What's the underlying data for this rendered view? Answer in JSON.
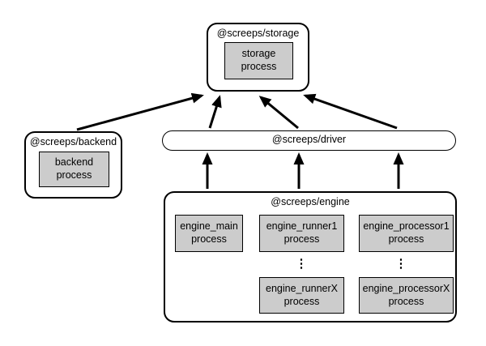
{
  "packages": {
    "storage": {
      "title": "@screeps/storage",
      "process": "storage\nprocess"
    },
    "backend": {
      "title": "@screeps/backend",
      "process": "backend\nprocess"
    },
    "driver": {
      "title": "@screeps/driver"
    },
    "engine": {
      "title": "@screeps/engine",
      "processes": {
        "main": "engine_main\nprocess",
        "runner1": "engine_runner1\nprocess",
        "processor1": "engine_processor1\nprocess",
        "runnerX": "engine_runnerX\nprocess",
        "processorX": "engine_processorX\nprocess"
      },
      "ellipsis": "⋮"
    }
  },
  "edges": [
    {
      "from": "@screeps/backend",
      "to": "@screeps/storage"
    },
    {
      "from": "@screeps/driver",
      "to": "@screeps/storage"
    },
    {
      "from": "@screeps/driver",
      "to": "@screeps/storage"
    },
    {
      "from": "@screeps/driver",
      "to": "@screeps/storage"
    },
    {
      "from": "@screeps/engine",
      "to": "@screeps/driver"
    },
    {
      "from": "@screeps/engine",
      "to": "@screeps/driver"
    },
    {
      "from": "@screeps/engine",
      "to": "@screeps/driver"
    }
  ],
  "colors": {
    "background": "#ffffff",
    "border": "#000000",
    "process_fill": "#cccccc",
    "arrow": "#000000"
  }
}
